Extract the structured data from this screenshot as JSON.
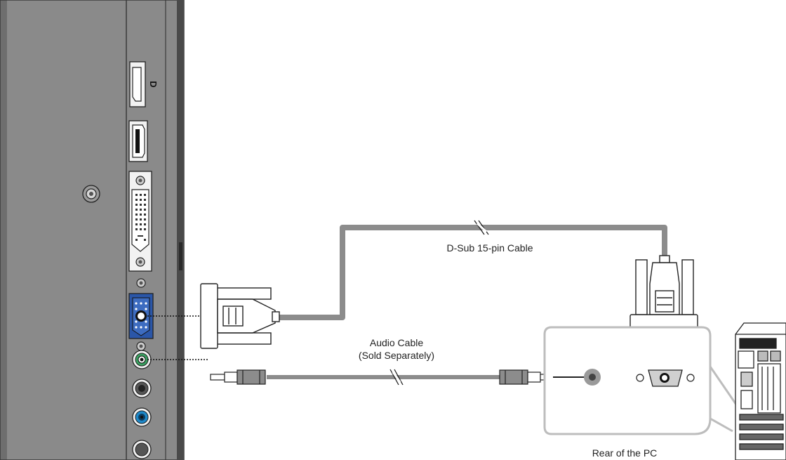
{
  "labels": {
    "dsub_cable": "D-Sub 15-pin Cable",
    "audio_cable_line1": "Audio Cable",
    "audio_cable_line2": "(Sold Separately)",
    "rear_of_pc": "Rear of the PC",
    "dp_port_mark": "D"
  },
  "colors": {
    "panel": "#8a8a8a",
    "panel_dark": "#5a5a5a",
    "cable": "#8c8c8c",
    "connector_fill": "#ffffff",
    "vga_port": "#2a56a8",
    "audio_in_port": "#3aa060",
    "audio_out_port": "#1e88c8",
    "callout_border": "#bdbdbd"
  },
  "icons": {
    "displayport": "displayport-port-icon",
    "hdmi": "hdmi-port-icon",
    "dvi": "dvi-port-icon",
    "vga": "vga-port-icon",
    "audio": "audio-jack-icon",
    "pc": "pc-tower-icon"
  }
}
